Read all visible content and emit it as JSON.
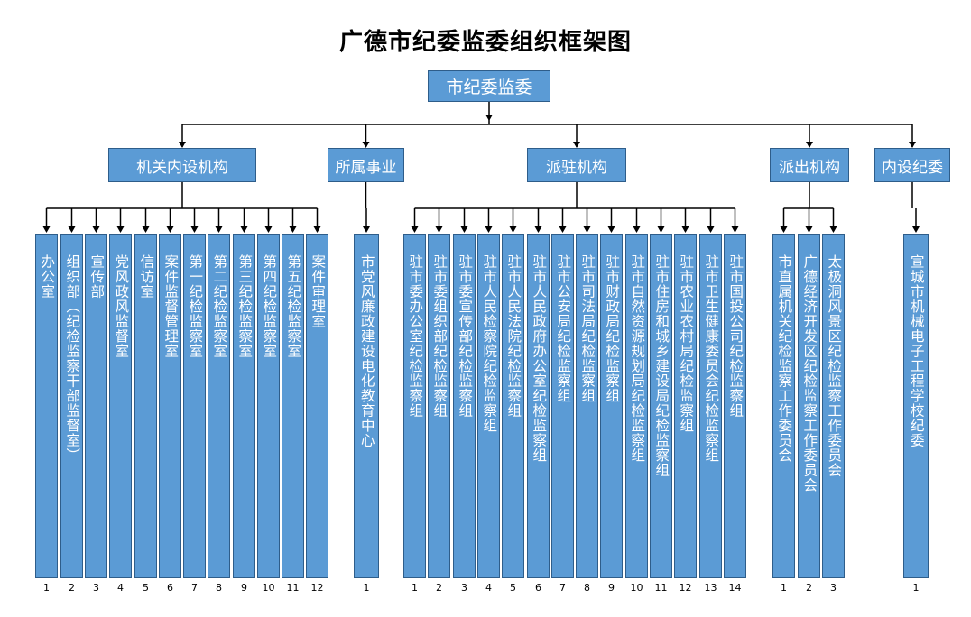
{
  "title": "广德市纪委监委组织框架图",
  "root": "市纪委监委",
  "groups": [
    {
      "label": "机关内设机构",
      "items": [
        "办公室",
        "组织部（纪检监察干部监督室）",
        "宣传部",
        "党风政风监督室",
        "信访室",
        "案件监督管理室",
        "第一纪检监察室",
        "第二纪检监察室",
        "第三纪检监察室",
        "第四纪检监察室",
        "第五纪检监察室",
        "案件审理室"
      ],
      "numbers": [
        "1",
        "2",
        "3",
        "4",
        "5",
        "6",
        "7",
        "8",
        "9",
        "10",
        "11",
        "12"
      ]
    },
    {
      "label": "所属事业",
      "items": [
        "市党风廉政建设电化教育中心"
      ],
      "numbers": [
        "1"
      ]
    },
    {
      "label": "派驻机构",
      "items": [
        "驻市委办公室纪检监察组",
        "驻市委组织部纪检监察组",
        "驻市委宣传部纪检监察组",
        "驻市人民检察院纪检监察组",
        "驻市人民法院纪检监察组",
        "驻市人民政府办公室纪检监察组",
        "驻市公安局纪检监察组",
        "驻市司法局纪检监察组",
        "驻市财政局纪检监察组",
        "驻市自然资源规划局纪检监察组",
        "驻市住房和城乡建设局纪检监察组",
        "驻市农业农村局纪检监察组",
        "驻市卫生健康委员会纪检监察组",
        "驻市国投公司纪检监察组"
      ],
      "numbers": [
        "1",
        "2",
        "3",
        "4",
        "5",
        "6",
        "7",
        "8",
        "9",
        "10",
        "11",
        "12",
        "13",
        "14"
      ]
    },
    {
      "label": "派出机构",
      "items": [
        "市直属机关纪检监察工作委员会",
        "广德经济开发区纪检监察工作委员会",
        "太极洞风景区纪检监察工作委员会"
      ],
      "numbers": [
        "1",
        "2",
        "3"
      ]
    },
    {
      "label": "内设纪委",
      "items": [
        "宣城市机械电子工程学校纪委"
      ],
      "numbers": [
        "1"
      ]
    }
  ]
}
